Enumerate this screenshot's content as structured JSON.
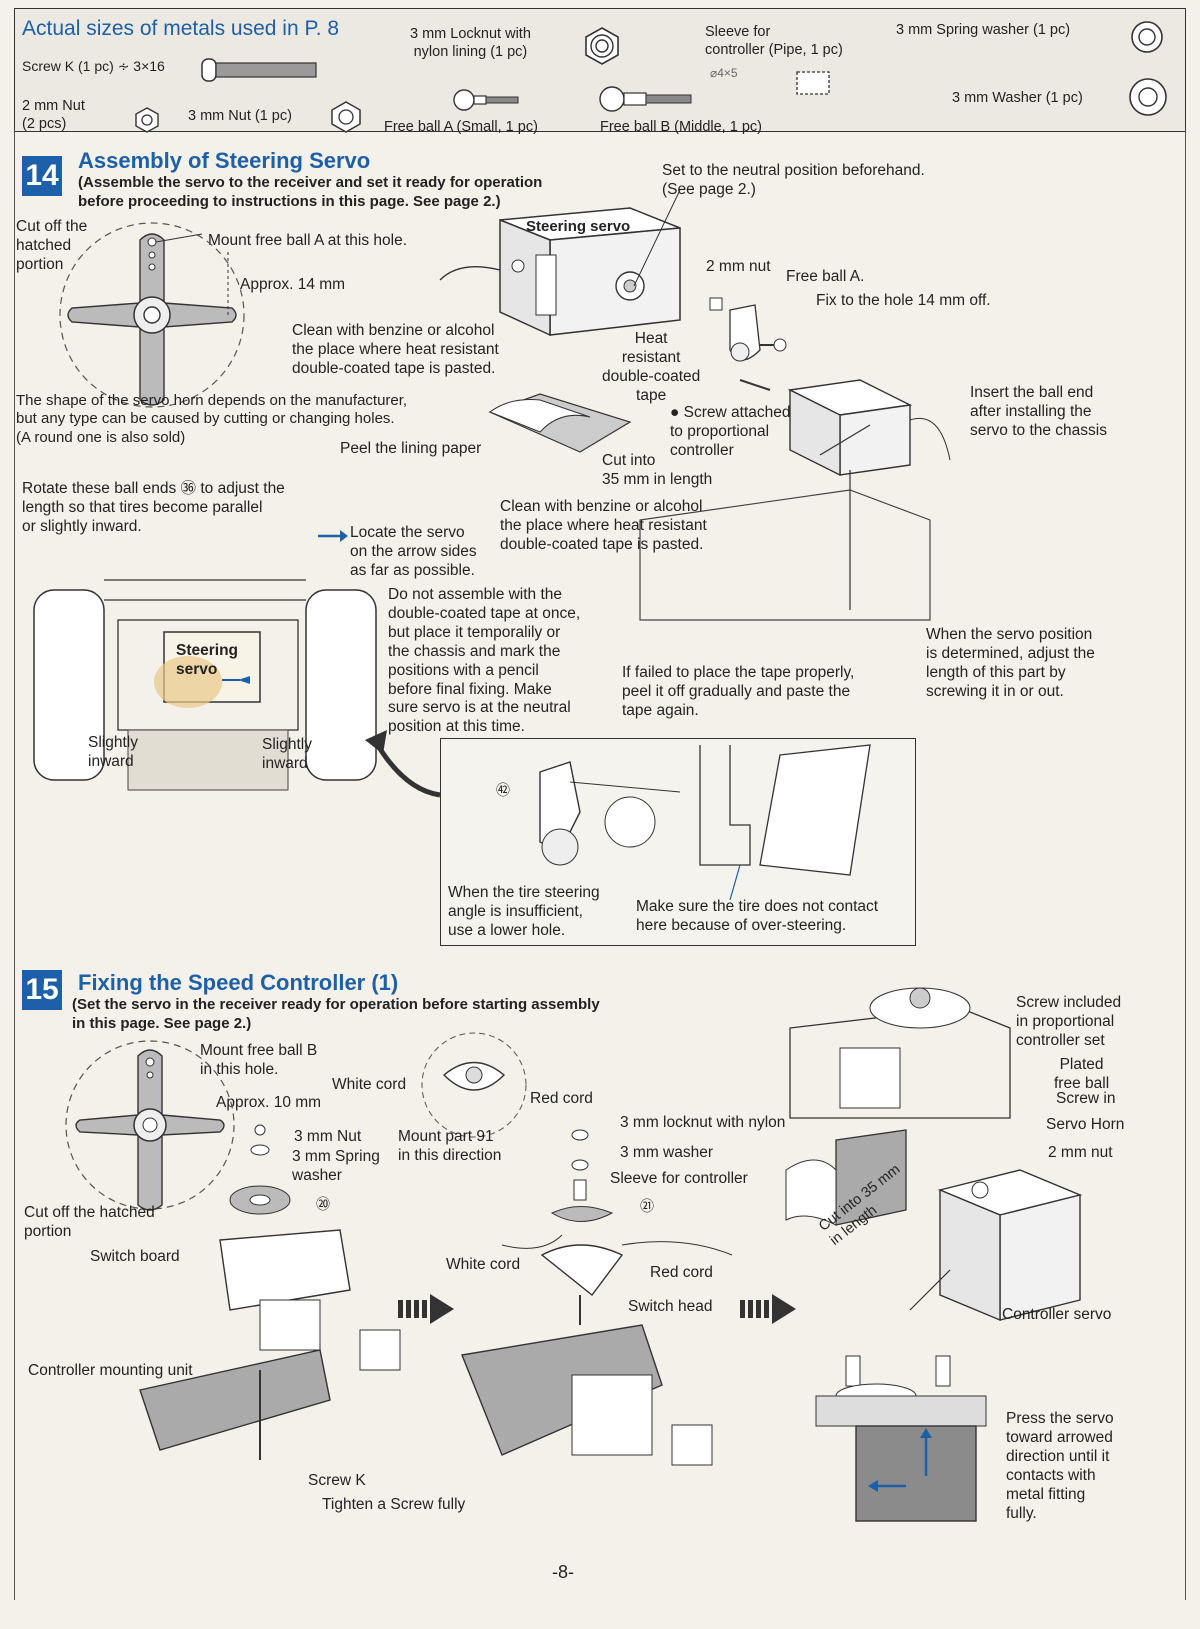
{
  "parts": {
    "title": "Actual sizes of metals used in P. 8",
    "screw_k": "Screw K (1 pc) ∻ 3×16",
    "locknut": "3 mm Locknut with\nnylon lining (1 pc)",
    "sleeve": "Sleeve for\ncontroller (Pipe, 1 pc)",
    "sleeve_dim": "⌀4×5",
    "spring_washer": "3 mm Spring washer (1 pc)",
    "nut2": "2 mm Nut\n(2 pcs)",
    "nut3": "3 mm Nut (1 pc)",
    "free_ball_a": "Free ball A (Small, 1 pc)",
    "free_ball_b": "Free ball B (Middle, 1 pc)",
    "washer": "3 mm Washer (1 pc)"
  },
  "s14": {
    "num": "14",
    "title": "Assembly of Steering Servo",
    "sub": "(Assemble the servo to the receiver and set it ready for operation\n before proceeding to instructions in this page.  See page 2.)",
    "cut_off": "Cut off the\nhatched\nportion",
    "mount_a": "Mount free ball A at this hole.",
    "approx14": "Approx. 14 mm",
    "horn_note": "The shape of the servo horn depends on the manufacturer,\nbut any type can be caused by cutting or changing holes.\n(A round one is also sold)",
    "steering_servo": "Steering servo",
    "neutral": "Set to the neutral position beforehand.\n(See page 2.)",
    "nut2": "2 mm nut",
    "free_ball_a": "Free ball A.",
    "fix_hole": "Fix to the hole 14 mm off.",
    "clean1": "Clean with benzine or alcohol\nthe place where heat resistant\ndouble-coated tape is pasted.",
    "heat_tape": "Heat\nresistant\ndouble-coated\ntape",
    "screw_attached": "● Screw attached\nto proportional\ncontroller",
    "peel": "Peel the lining paper",
    "cut35": "Cut into\n35 mm in length",
    "insert_ball": "Insert the ball end\nafter installing the\nservo to the chassis",
    "rotate": "Rotate these ball ends ㊱ to adjust the\nlength so that tires become parallel\nor slightly inward.",
    "locate": "Locate the servo\non the arrow sides\nas far as possible.",
    "clean2": "Clean with benzine or alcohol\nthe place where heat resistant\ndouble-coated tape is pasted.",
    "do_not": "Do not assemble with the\ndouble-coated tape at once,\nbut place it temporalily or\nthe chassis and mark the\npositions with a pencil\nbefore final fixing.  Make\nsure servo is at the neutral\nposition at this time.",
    "if_failed": "If failed to place the tape properly,\npeel it off gradually and paste the\ntape again.",
    "when_servo": "When the servo position\nis determined, adjust the\nlength of this part by\nscrewing it in or out.",
    "steering_servo2": "Steering\nservo",
    "slightly_l": "Slightly\ninward",
    "slightly_r": "Slightly\ninward",
    "part42": "㊷",
    "tire_angle": "When the tire steering\nangle is insufficient,\nuse a lower hole.",
    "no_contact": "Make sure the tire does not contact\nhere because of over-steering."
  },
  "s15": {
    "num": "15",
    "title": "Fixing the Speed Controller (1)",
    "sub": "(Set the servo in the receiver ready for operation before starting assembly\n in this page.  See page 2.)",
    "mount_b": "Mount free ball B\nin this hole.",
    "approx10": "Approx. 10 mm",
    "cut_off": "Cut off the hatched\nportion",
    "white_cord": "White cord",
    "red_cord": "Red cord",
    "mount91": "Mount part 91\nin this direction",
    "nut3": "3 mm Nut",
    "spring_washer": "3 mm Spring\nwasher",
    "part90": "⑳",
    "switch_board": "Switch board",
    "controller_unit": "Controller mounting unit",
    "screw_k": "Screw K",
    "tighten": "Tighten a Screw fully",
    "locknut": "3 mm locknut with nylon",
    "washer3": "3 mm washer",
    "sleeve": "Sleeve for controller",
    "part91": "㉑",
    "white_cord2": "White cord",
    "red_cord2": "Red cord",
    "switch_head": "Switch head",
    "screw_included": "Screw included\nin proportional\ncontroller set",
    "plated": "Plated\nfree ball",
    "screw_in": "Screw in",
    "servo_horn": "Servo Horn",
    "nut2": "2 mm nut",
    "cut35": "Cut into 35 mm\nin length",
    "controller_servo": "Controller servo",
    "press": "Press the servo\ntoward arrowed\ndirection until it\ncontacts with\nmetal fitting\nfully."
  },
  "page_number": "-8-"
}
